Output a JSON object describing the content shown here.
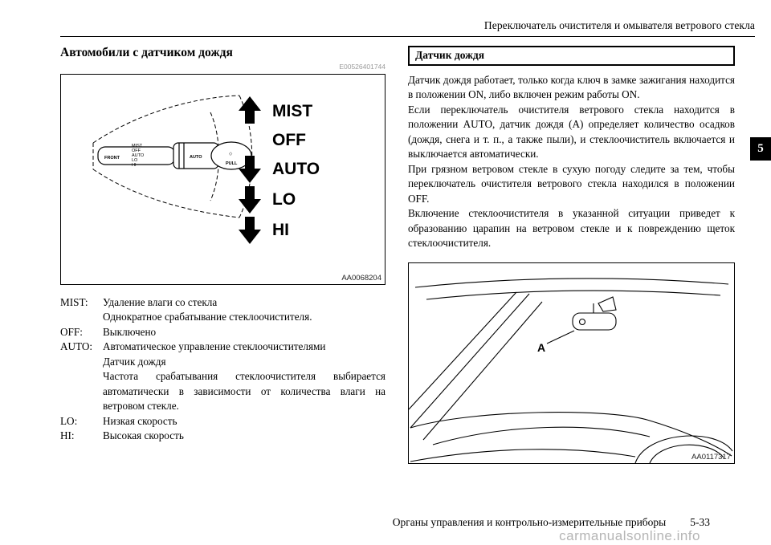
{
  "page": {
    "header": "Переключатель очистителя и омывателя ветрового стекла",
    "chapter_tab": "5",
    "footer": "Органы управления и контрольно-измерительные приборы",
    "page_number": "5-33",
    "watermark": "carmanualsonline.info"
  },
  "left": {
    "heading": "Автомобили с датчиком дождя",
    "code": "E00526401744",
    "figure": {
      "position_labels": [
        "MIST",
        "OFF",
        "AUTO",
        "LO",
        "HI"
      ],
      "stalk_labels": [
        "MIST",
        "OFF",
        "AUTO",
        "LO",
        "HI"
      ],
      "front_label": "FRONT",
      "knob_label": "AUTO",
      "pull_label": "PULL",
      "pull_icon": "◇",
      "image_code": "AA0068204"
    },
    "definitions": [
      {
        "term": "MIST:",
        "lines": [
          "Удаление влаги со стекла",
          "Однократное срабатывание стеклоочистителя."
        ]
      },
      {
        "term": "OFF:",
        "lines": [
          "Выключено"
        ]
      },
      {
        "term": "AUTO:",
        "lines": [
          "Автоматическое управление стеклоочистителями",
          "Датчик дождя",
          "Частота срабатывания стеклоочистителя выбирается автоматически в зависимости от количества влаги на ветровом стекле."
        ]
      },
      {
        "term": "LO:",
        "lines": [
          "Низкая скорость"
        ]
      },
      {
        "term": "HI:",
        "lines": [
          "Высокая скорость"
        ]
      }
    ]
  },
  "right": {
    "box_heading": "Датчик дождя",
    "paragraphs": [
      "Датчик дождя работает, только когда ключ в замке зажигания находится в положении ON, либо включен режим работы ON.",
      "Если переключатель очистителя ветрового стекла находится в положении AUTO, датчик дождя (A) определяет количество осадков (дождя, снега и т. п., а также пыли), и стеклоочиститель включается и выключается автоматически.",
      "При грязном ветровом стекле в сухую погоду следите за тем, чтобы переключатель очистителя ветрового стекла находился в положении OFF.",
      "Включение стеклоочистителя в указанной ситуации приведет к образованию царапин на ветровом стекле и к повреждению щеток стеклоочистителя."
    ],
    "figure": {
      "label": "A",
      "image_code": "AA0117317"
    }
  }
}
